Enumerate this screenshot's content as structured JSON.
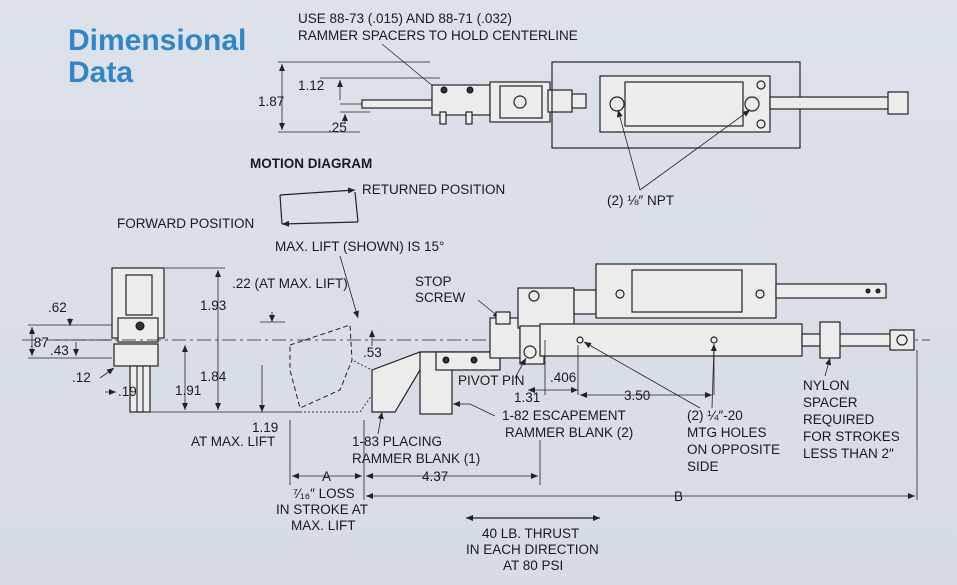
{
  "title": {
    "line1": "Dimensional",
    "line2": "Data"
  },
  "top_view": {
    "note_line1": "USE 88-73 (.015) AND 88-71 (.032)",
    "note_line2": "RAMMER SPACERS TO HOLD CENTERLINE",
    "dim_112": "1.12",
    "dim_187": "1.87",
    "dim_25": ".25",
    "npt": "(2) ⅛″ NPT"
  },
  "motion": {
    "heading": "MOTION DIAGRAM",
    "returned": "RETURNED POSITION",
    "forward": "FORWARD POSITION"
  },
  "side_view": {
    "max_lift": "MAX. LIFT (SHOWN) IS 15°",
    "dim_22": ".22 (AT MAX. LIFT)",
    "stop1": "STOP",
    "stop2": "SCREW",
    "dim_62": ".62",
    "dim_87": ".87",
    "dim_43": ".43",
    "dim_12": ".12",
    "dim_19": ".19",
    "dim_193": "1.93",
    "dim_184": "1.84",
    "dim_191": "1.91",
    "dim_53": ".53",
    "dim_119": "1.19",
    "at_max_lift": "AT MAX. LIFT",
    "pivot": "PIVOT PIN",
    "dim_406": ".406",
    "dim_131": "1.31",
    "dim_350": "3.50",
    "esc1": "1-82 ESCAPEMENT",
    "esc2": "RAMMER BLANK (2)",
    "plc1": "1-83 PLACING",
    "plc2": "RAMMER BLANK (1)",
    "mtg1": "(2) ¼″-20",
    "mtg2": "MTG HOLES",
    "mtg3": "ON OPPOSITE",
    "mtg4": "SIDE",
    "nyl1": "NYLON",
    "nyl2": "SPACER",
    "nyl3": "REQUIRED",
    "nyl4": "FOR STROKES",
    "nyl5": "LESS THAN 2″",
    "dim_A": "A",
    "dim_437": "4.37",
    "dim_B": "B",
    "loss1": "⁷⁄₁₆″ LOSS",
    "loss2": "IN STROKE AT",
    "loss3": "MAX. LIFT",
    "thrust1": "40 LB. THRUST",
    "thrust2": "IN EACH DIRECTION",
    "thrust3": "AT 80 PSI"
  }
}
